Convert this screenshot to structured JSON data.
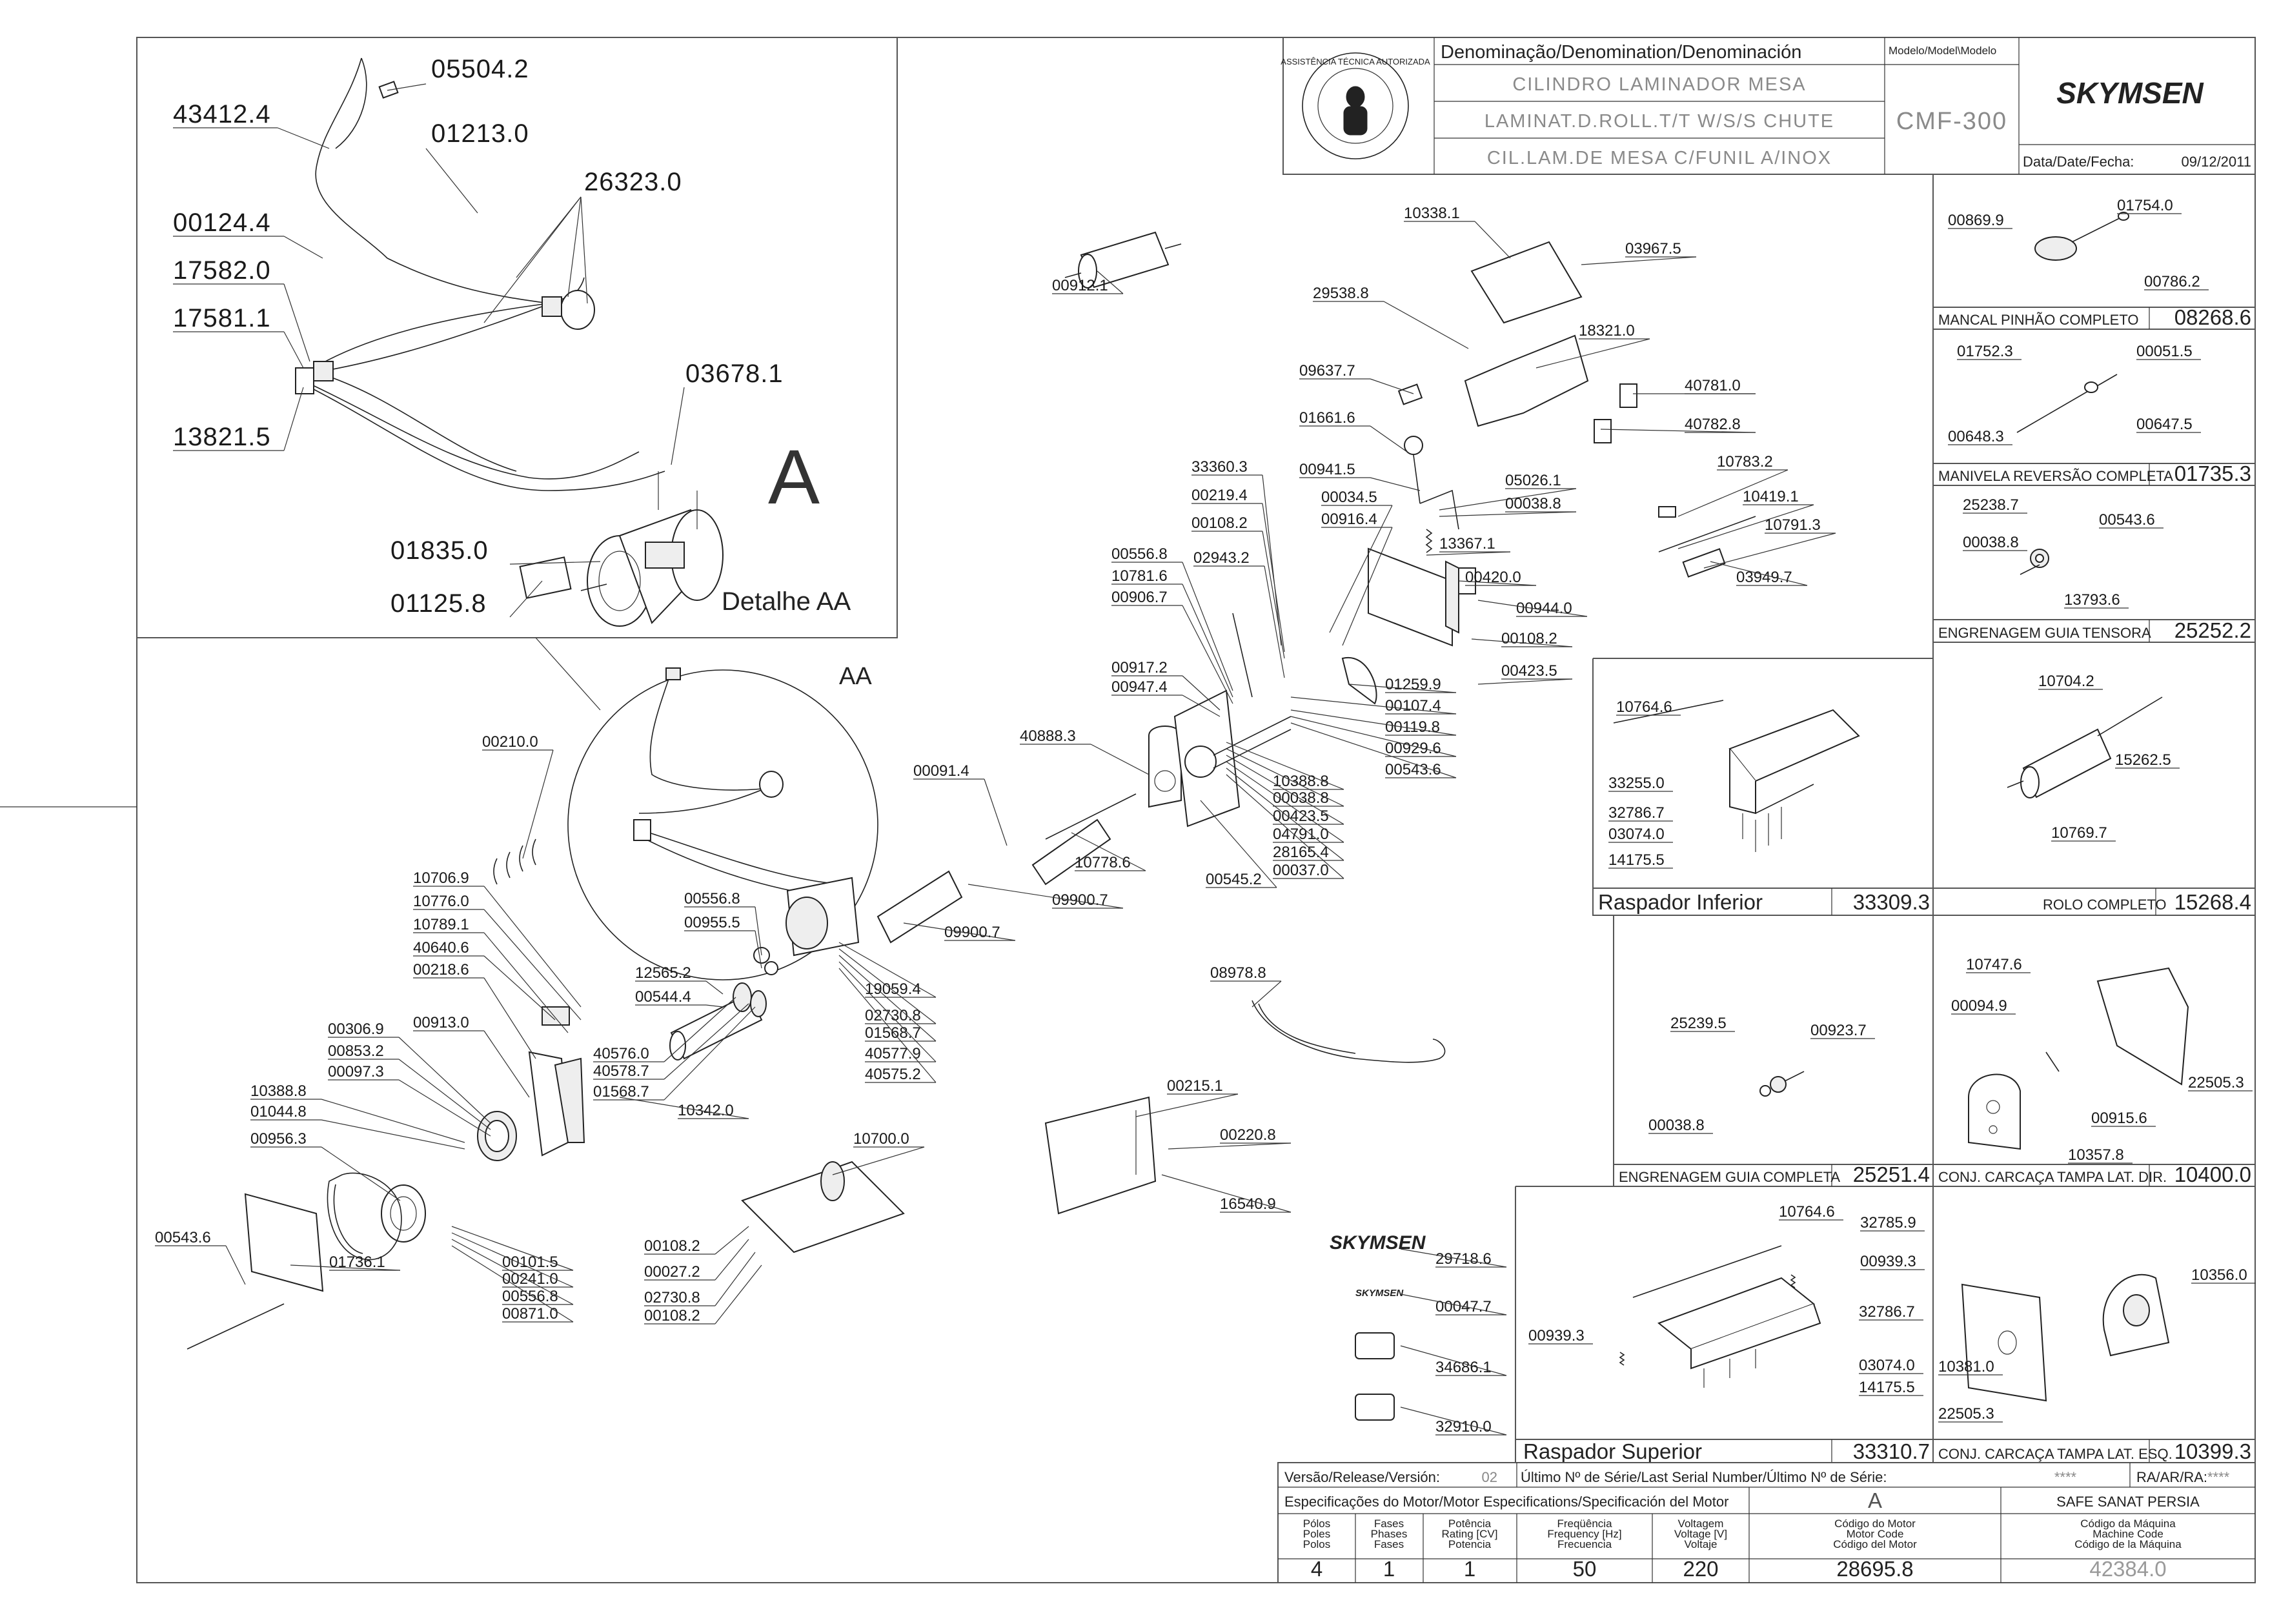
{
  "title_block": {
    "denomination_header": "Denominação/Denomination/Denominación",
    "model_header": "Modelo/Model\\Modelo",
    "name_pt": "CILINDRO LAMINADOR MESA",
    "name_en": "LAMINAT.D.ROLL.T/T W/S/S CHUTE",
    "name_es": "CIL.LAM.DE MESA C/FUNIL A/INOX",
    "model": "CMF-300",
    "date_label": "Data/Date/Fecha:",
    "date": "09/12/2011",
    "brand": "SKYMSEN",
    "seal_text": "ASSISTÊNCIA TÉCNICA AUTORIZADA"
  },
  "detail": {
    "label": "Detalhe AA",
    "marker": "A",
    "circle_label": "AA",
    "parts": [
      "05504.2",
      "43412.4",
      "01213.0",
      "26323.0",
      "00124.4",
      "17582.0",
      "17581.1",
      "03678.1",
      "13821.5",
      "01835.0",
      "01125.8"
    ]
  },
  "main_parts": {
    "col_a": [
      "10338.1",
      "03967.5",
      "29538.8",
      "18321.0",
      "09637.7",
      "40781.0",
      "40782.8",
      "01661.6",
      "10783.2",
      "00941.5",
      "05026.1",
      "00038.8",
      "10419.1",
      "10791.3",
      "33360.3",
      "00034.5",
      "00916.4",
      "13367.1",
      "00219.4",
      "00108.2",
      "00420.0",
      "00944.0",
      "03949.7",
      "00556.8",
      "02943.2",
      "10781.6",
      "00906.7",
      "00108.2",
      "00423.5",
      "00917.2",
      "00947.4",
      "01259.9",
      "00107.4",
      "00119.8",
      "00929.6",
      "00543.6",
      "40888.3",
      "10388.8",
      "00038.8",
      "00423.5",
      "04791.0",
      "28165.4",
      "00037.0",
      "00545.2",
      "00091.4",
      "10778.6",
      "00912.1",
      "09900.7",
      "09900.7",
      "00210.0",
      "00556.8",
      "00955.5",
      "19059.4",
      "02730.8",
      "01568.7",
      "40577.9",
      "40575.2",
      "12565.2",
      "00544.4",
      "40576.0",
      "40578.7",
      "01568.7",
      "10342.0",
      "10706.9",
      "10776.0",
      "10789.1",
      "40640.6",
      "00218.6",
      "00913.0",
      "00306.9",
      "00853.2",
      "00097.3",
      "10388.8",
      "01044.8",
      "00956.3",
      "00543.6",
      "01736.1",
      "00101.5",
      "00241.0",
      "00556.8",
      "00871.0",
      "10700.0",
      "00108.2",
      "00027.2",
      "02730.8",
      "00108.2",
      "08978.8",
      "00215.1",
      "00220.8",
      "16540.9",
      "29718.6",
      "00047.7",
      "34686.1",
      "32910.0"
    ]
  },
  "side_panels": [
    {
      "name": "MANCAL PINHÃO COMPLETO",
      "code": "08268.6",
      "parts": [
        "00869.9",
        "01754.0",
        "00786.2"
      ]
    },
    {
      "name": "MANIVELA REVERSÃO COMPLETA",
      "code": "01735.3",
      "parts": [
        "01752.3",
        "00051.5",
        "00648.3",
        "00647.5"
      ]
    },
    {
      "name": "ENGRENAGEM GUIA TENSORA",
      "code": "25252.2",
      "parts": [
        "25238.7",
        "00543.6",
        "00038.8",
        "13793.6"
      ]
    },
    {
      "name": "Raspador Inferior",
      "code": "33309.3",
      "parts": [
        "10764.6",
        "33255.0",
        "32786.7",
        "03074.0",
        "14175.5"
      ]
    },
    {
      "name": "ROLO COMPLETO",
      "code": "15268.4",
      "parts": [
        "10704.2",
        "15262.5",
        "10769.7"
      ]
    },
    {
      "name": "ENGRENAGEM GUIA COMPLETA",
      "code": "25251.4",
      "parts": [
        "25239.5",
        "00923.7",
        "00038.8"
      ]
    },
    {
      "name": "CONJ. CARCAÇA TAMPA LAT. DIR.",
      "code": "10400.0",
      "parts": [
        "10747.6",
        "00094.9",
        "22505.3",
        "00915.6",
        "10357.8"
      ]
    },
    {
      "name": "Raspador Superior",
      "code": "33310.7",
      "parts": [
        "10764.6",
        "32785.9",
        "00939.3",
        "32786.7",
        "00939.3",
        "03074.0",
        "14175.5"
      ]
    },
    {
      "name": "CONJ. CARCAÇA TAMPA LAT. ESQ.",
      "code": "10399.3",
      "parts": [
        "10356.0",
        "10381.0",
        "22505.3"
      ]
    }
  ],
  "footer": {
    "version_label": "Versão/Release/Versión:",
    "version": "02",
    "serial_label": "Último Nº de Série/Last Serial Number/Último Nº de Série:",
    "serial": "****",
    "ra_label": "RA/AR/RA:",
    "ra": "****",
    "motor_spec_label": "Especificações do Motor/Motor Especifications/Specificación del Motor",
    "column_a": "A",
    "customer": "SAFE SANAT PERSIA",
    "headers": [
      [
        "Pólos",
        "Poles",
        "Polos"
      ],
      [
        "Fases",
        "Phases",
        "Fases"
      ],
      [
        "Potência",
        "Rating [CV]",
        "Potencia"
      ],
      [
        "Freqüência",
        "Frequency [Hz]",
        "Frecuencia"
      ],
      [
        "Voltagem",
        "Voltage [V]",
        "Voltaje"
      ],
      [
        "Código do Motor",
        "Motor Code",
        "Código del Motor"
      ],
      [
        "Código da Máquina",
        "Machine Code",
        "Código de la Máquina"
      ]
    ],
    "values": [
      "4",
      "1",
      "1",
      "50",
      "220",
      "28695.8",
      "42384.0"
    ]
  },
  "colors": {
    "line": "#222222",
    "frame": "#555555",
    "grey_text": "#8a8a8a",
    "machine_code": "#9a9a9a"
  }
}
